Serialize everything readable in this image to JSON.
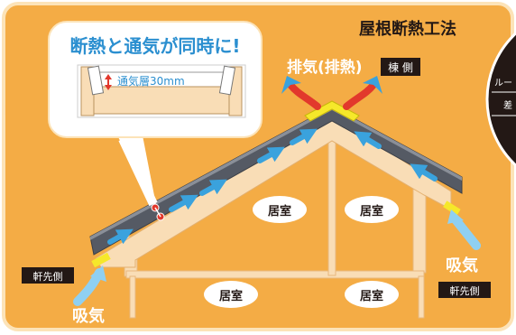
{
  "title": "屋根断熱工法",
  "callout": {
    "headline": "断熱と通気が同時に!",
    "layer_label": "通気層30mm"
  },
  "exhaust": {
    "label": "排気(排熱)",
    "tag": "棟 側"
  },
  "intake_left": {
    "label": "吸気",
    "tag": "軒先側"
  },
  "intake_right": {
    "label": "吸気",
    "tag": "軒先側"
  },
  "rooms": [
    "居室",
    "居室",
    "居室",
    "居室"
  ],
  "side_panel": {
    "line1": "ルー",
    "line2": "差"
  },
  "colors": {
    "background": "#f4ac45",
    "panel_border": "#fce3b8",
    "roof_dark": "#555a64",
    "insulation": "#f9ddb6",
    "airflow": "#3aa2dd",
    "hot_air": "#e2382c",
    "ridge_vent": "#f6e82a",
    "tag_bg": "#231815",
    "headline": "#2b8fd0"
  }
}
